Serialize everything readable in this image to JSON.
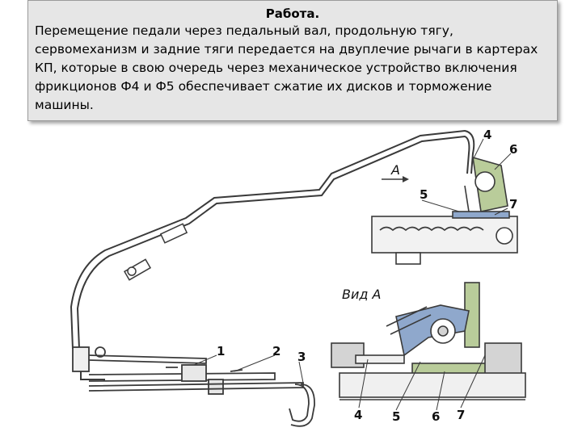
{
  "slide": {
    "heading": "Работа.",
    "body": "Перемещение педали через педальный вал, продольную тягу, сервомеханизм и задние тяги передается на двуплечие рычаги в картерах КП, которые в свою очередь через механическое устройство включения фрикционов Ф4 и Ф5 обеспечивает сжатие их дисков и торможение машины."
  },
  "diagram": {
    "view_marker": "А",
    "view_title": "Вид А",
    "callouts": [
      "1",
      "2",
      "3",
      "4",
      "5",
      "6",
      "7"
    ],
    "callouts_bottom": [
      "4",
      "5",
      "6",
      "7"
    ],
    "colors": {
      "line": "#3a3a3a",
      "blue_part": "#8fa8cc",
      "green_part": "#b9cc9a",
      "gray_part": "#d4d4d4"
    }
  }
}
